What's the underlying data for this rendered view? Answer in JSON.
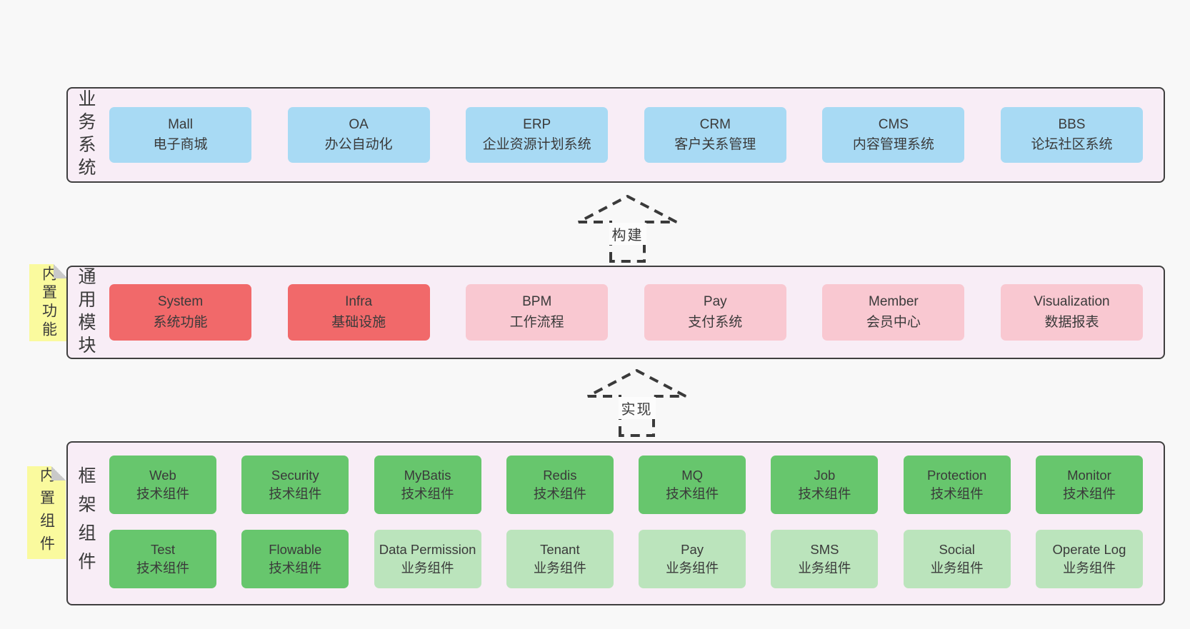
{
  "bands": [
    {
      "label": "业务系统",
      "boxes": [
        {
          "name": "Mall",
          "desc": "电子商城"
        },
        {
          "name": "OA",
          "desc": "办公自动化"
        },
        {
          "name": "ERP",
          "desc": "企业资源计划系统"
        },
        {
          "name": "CRM",
          "desc": "客户关系管理"
        },
        {
          "name": "CMS",
          "desc": "内容管理系统"
        },
        {
          "name": "BBS",
          "desc": "论坛社区系统"
        }
      ]
    },
    {
      "label": "通用模块",
      "sticky": "内置功能",
      "boxes": [
        {
          "name": "System",
          "desc": "系统功能"
        },
        {
          "name": "Infra",
          "desc": "基础设施"
        },
        {
          "name": "BPM",
          "desc": "工作流程"
        },
        {
          "name": "Pay",
          "desc": "支付系统"
        },
        {
          "name": "Member",
          "desc": "会员中心"
        },
        {
          "name": "Visualization",
          "desc": "数据报表"
        }
      ]
    },
    {
      "label": "框架组件",
      "sticky": "内置组件",
      "boxes": [
        {
          "name": "Web",
          "desc": "技术组件"
        },
        {
          "name": "Security",
          "desc": "技术组件"
        },
        {
          "name": "MyBatis",
          "desc": "技术组件"
        },
        {
          "name": "Redis",
          "desc": "技术组件"
        },
        {
          "name": "MQ",
          "desc": "技术组件"
        },
        {
          "name": "Job",
          "desc": "技术组件"
        },
        {
          "name": "Protection",
          "desc": "技术组件"
        },
        {
          "name": "Monitor",
          "desc": "技术组件"
        },
        {
          "name": "Test",
          "desc": "技术组件"
        },
        {
          "name": "Flowable",
          "desc": "技术组件"
        },
        {
          "name": "Data Permission",
          "desc": "业务组件"
        },
        {
          "name": "Tenant",
          "desc": "业务组件"
        },
        {
          "name": "Pay",
          "desc": "业务组件"
        },
        {
          "name": "SMS",
          "desc": "业务组件"
        },
        {
          "name": "Social",
          "desc": "业务组件"
        },
        {
          "name": "Operate Log",
          "desc": "业务组件"
        }
      ]
    }
  ],
  "arrows": [
    {
      "label": "构建"
    },
    {
      "label": "实现"
    }
  ],
  "colors": {
    "business_box": "#a8daf4",
    "core_module_box": "#f1696a",
    "optional_module_box": "#f9c8d1",
    "tech_component_box": "#67c66d",
    "biz_component_box": "#bbe4bc",
    "band_background": "#f8edf6",
    "sticky_note": "#fafa9e",
    "outline": "#3f3f3f"
  }
}
